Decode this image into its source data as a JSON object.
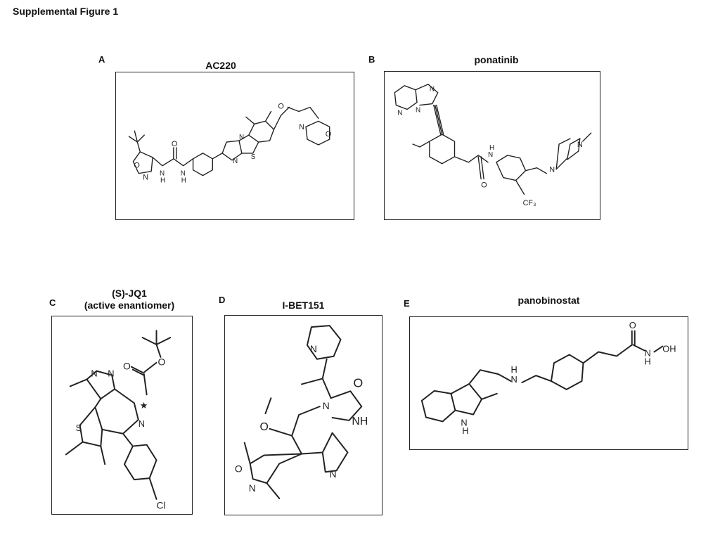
{
  "title": "Supplemental Figure 1",
  "panels": [
    {
      "letter": "A",
      "name": "AC220"
    },
    {
      "letter": "B",
      "name": "ponatinib"
    },
    {
      "letter": "C",
      "name_line1": "(S)-JQ1",
      "name_line2": "(active enantiomer)"
    },
    {
      "letter": "D",
      "name": "I-BET151"
    },
    {
      "letter": "E",
      "name": "panobinostat"
    }
  ],
  "atom_labels": {
    "O": "O",
    "N": "N",
    "S": "S",
    "NH": "NH",
    "H": "H",
    "Cl": "Cl",
    "CF3": "CF₃",
    "OH": "OH",
    "star": "★"
  }
}
